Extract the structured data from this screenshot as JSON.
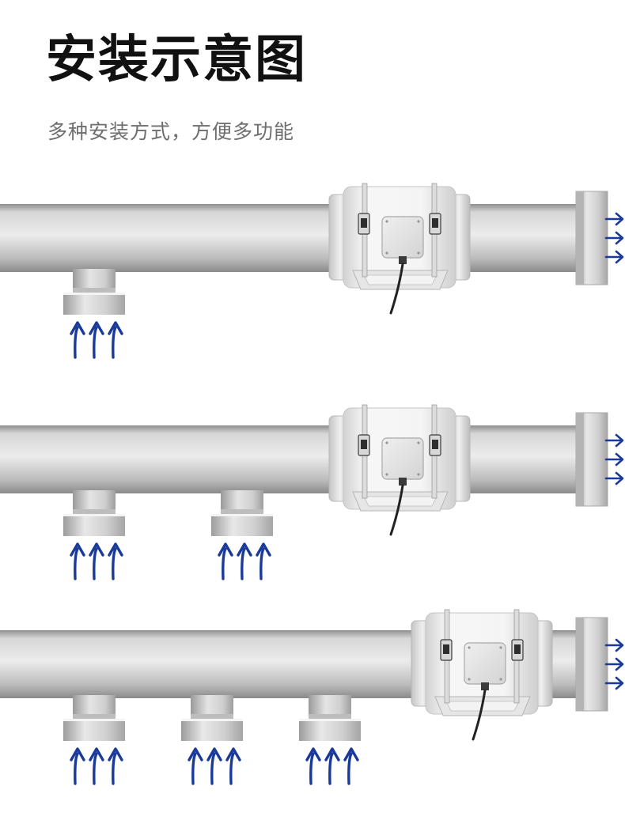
{
  "header": {
    "title": "安装示意图",
    "subtitle": "多种安装方式，方便多功能"
  },
  "diagrams": [
    {
      "inlets": 1,
      "fan_position": "middle"
    },
    {
      "inlets": 2,
      "fan_position": "middle"
    },
    {
      "inlets": 3,
      "fan_position": "right"
    }
  ],
  "colors": {
    "arrow": "#1a3a9a",
    "pipe": "#c2c2c2",
    "fan_body": "#f4f4f4",
    "cable": "#222222"
  },
  "icons": [
    "fan-icon",
    "intake-arrow-icon",
    "exhaust-arrow-icon"
  ]
}
